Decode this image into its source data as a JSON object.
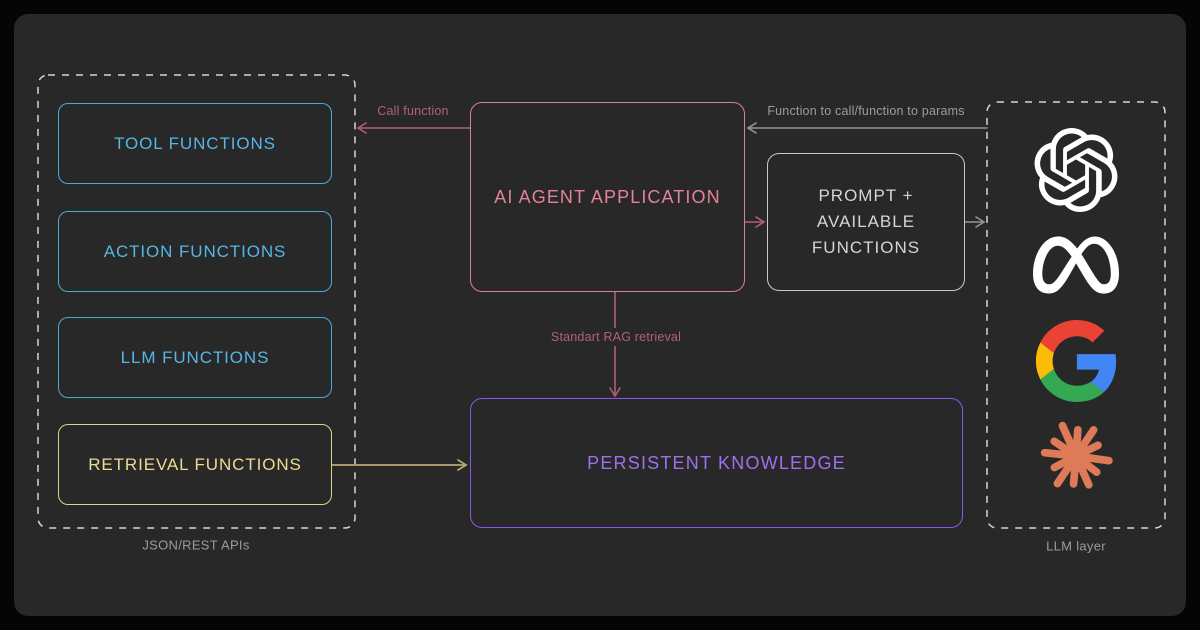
{
  "left_group": {
    "caption": "JSON/REST APIs",
    "items": [
      {
        "label": "TOOL FUNCTIONS"
      },
      {
        "label": "ACTION FUNCTIONS"
      },
      {
        "label": "LLM FUNCTIONS"
      },
      {
        "label": "RETRIEVAL FUNCTIONS"
      }
    ]
  },
  "center": {
    "agent_label": "AI AGENT APPLICATION",
    "prompt_label": "PROMPT + AVAILABLE FUNCTIONS",
    "knowledge_label": "PERSISTENT KNOWLEDGE"
  },
  "arrow_labels": {
    "call_function": "Call function",
    "function_to_call": "Function to call/function to params",
    "rag_retrieval": "Standart RAG retrieval"
  },
  "right_group": {
    "caption": "LLM layer",
    "logos": [
      {
        "name": "openai-logo"
      },
      {
        "name": "meta-logo"
      },
      {
        "name": "google-logo"
      },
      {
        "name": "anthropic-logo"
      }
    ]
  },
  "colors": {
    "outer_bg": "#050505",
    "panel_bg": "#282828",
    "cyan_text": "#55b7e6",
    "cyan_border": "#4aa9d9",
    "yellow_text": "#e9dc95",
    "yellow_border": "#e0d189",
    "pink_text": "#e38299",
    "pink_border": "#dd7e96",
    "pink_arrow": "#b35c75",
    "purple_text": "#9d71ee",
    "purple_border": "#8b59e6",
    "gray_text": "#d5d5d5",
    "muted_label": "#9c9c9c",
    "gray_arrow": "#969696",
    "yellow_arrow": "#b3a873",
    "dashed_border": "#d6d6d6",
    "google_blue": "#4285f4",
    "google_red": "#ea4335",
    "google_yellow": "#fbbc05",
    "google_green": "#34a853",
    "anthropic_coral": "#dd7a57",
    "logo_white": "#ffffff"
  }
}
